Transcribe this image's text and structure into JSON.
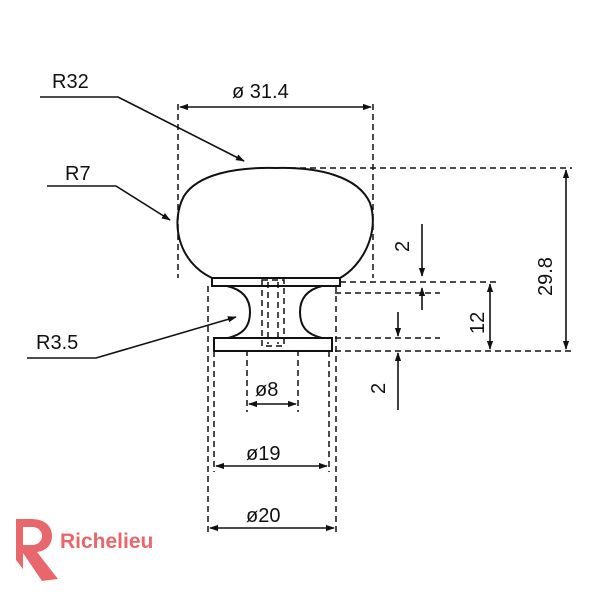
{
  "dimensions": {
    "r32": "R32",
    "r7": "R7",
    "r3_5": "R3.5",
    "d31_4": "ø 31.4",
    "d8": "ø8",
    "d19": "ø19",
    "d20": "ø20",
    "h29_8": "29.8",
    "h12": "12",
    "t2_top": "2",
    "t2_bottom": "2"
  },
  "brand": {
    "name": "Richelieu",
    "color": "#e8676d",
    "logo_icon": "r-letter-logo-icon"
  }
}
